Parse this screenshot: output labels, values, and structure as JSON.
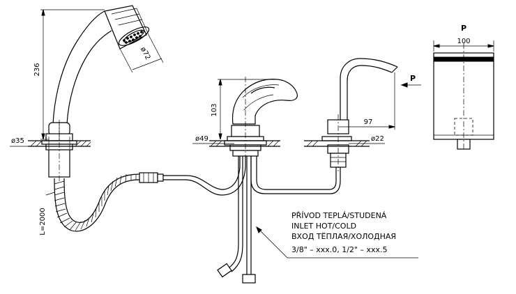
{
  "dimensions": {
    "hand_shower_height": "236",
    "shower_head_dia": "ø72",
    "shower_base_dia": "ø35",
    "mixer_height": "103",
    "mixer_base_dia": "ø49",
    "spout_reach": "97",
    "spout_base_dia": "ø22",
    "hose_length": "L=2000",
    "side_width": "100"
  },
  "view_labels": {
    "arrow_label": "P",
    "side_view_title": "P"
  },
  "inlet_note": {
    "line1": "PŘÍVOD TEPLÁ/STUDENÁ",
    "line2": "INLET HOT/COLD",
    "line3": "ВХОД ТЁПЛАЯ/ХОЛОДНАЯ",
    "line4": "3/8\" – xxx.0, 1/2\" – xxx.5"
  }
}
